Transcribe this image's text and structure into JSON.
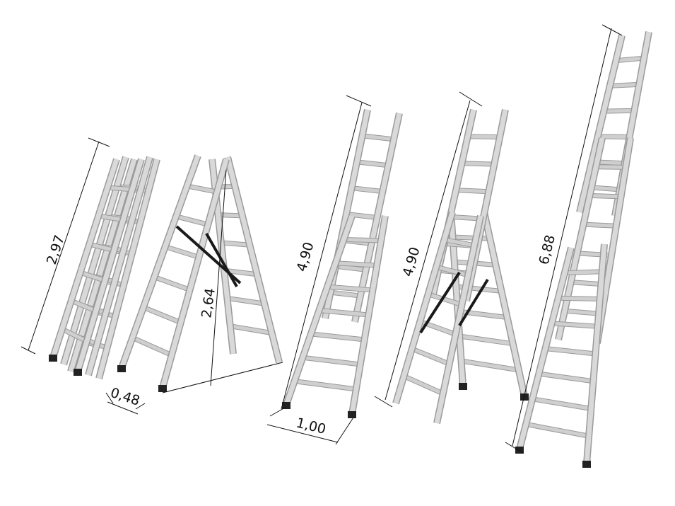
{
  "dimensions": {
    "ladder1_height": "2,97",
    "ladder2_height": "2,64",
    "ladder2_base": "0,48",
    "ladder3_height": "4,90",
    "ladder3_base": "1,00",
    "ladder4_height": "4,90",
    "ladder5_height": "6,88"
  },
  "colors": {
    "rail": "#d9d9d9",
    "rail_edge": "#9a9a9a",
    "rung": "#cfcfcf",
    "foot": "#222222",
    "strap": "#1a1a1a",
    "dim_line": "#111111"
  }
}
